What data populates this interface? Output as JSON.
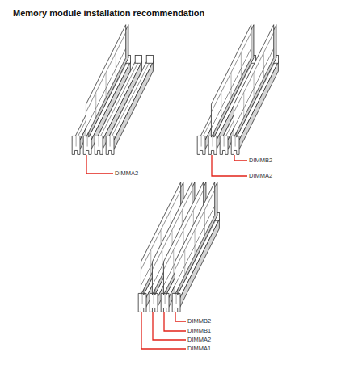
{
  "diagram": {
    "title": "Memory module installation recommendation",
    "labels": [
      "DIMMA2",
      "DIMMB2",
      "DIMMA2",
      "DIMMB2",
      "DIMMB1",
      "DIMMA2",
      "DIMMA1"
    ]
  }
}
